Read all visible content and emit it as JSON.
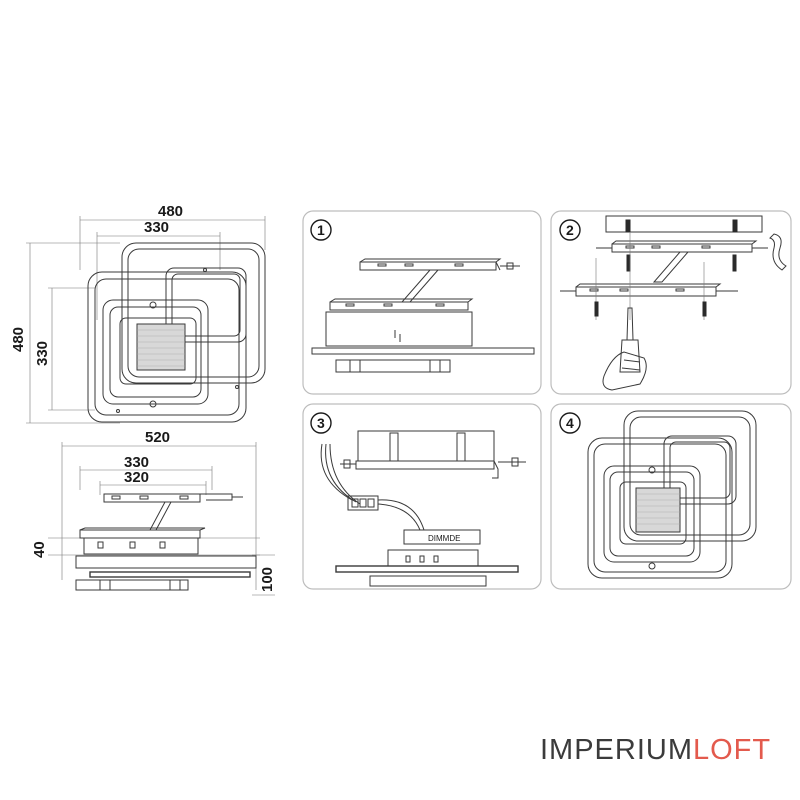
{
  "dimensions": {
    "top_view_width_outer": "480",
    "top_view_width_inner": "330",
    "top_view_height_outer": "480",
    "top_view_height_inner": "330",
    "side_view_width": "520",
    "side_view_bracket_outer": "330",
    "side_view_bracket_inner": "320",
    "side_view_depth_small": "40",
    "side_view_height": "100"
  },
  "steps": [
    {
      "number": "1"
    },
    {
      "number": "2"
    },
    {
      "number": "3",
      "driver_label": "DIMMDE"
    },
    {
      "number": "4"
    }
  ],
  "brand": {
    "part1": "IMPERIUM",
    "part2": "LOFT",
    "color1": "#3b3b3b",
    "color2": "#e35a4d"
  }
}
